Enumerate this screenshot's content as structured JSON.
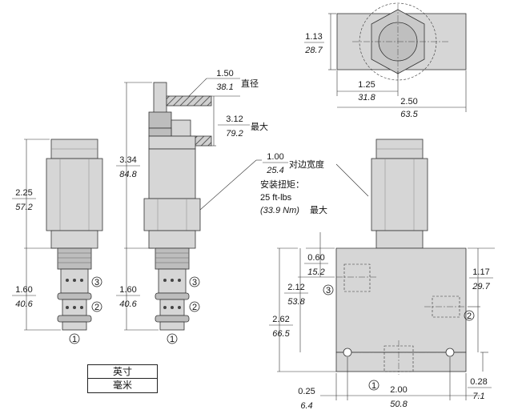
{
  "legend": {
    "inch": "英寸",
    "mm": "毫米"
  },
  "top_view": {
    "height_in": "1.13",
    "height_mm": "28.7",
    "inner_in": "1.25",
    "inner_mm": "31.8",
    "width_in": "2.50",
    "width_mm": "63.5"
  },
  "handle": {
    "dia_in": "1.50",
    "dia_mm": "38.1",
    "dia_label": "直径",
    "max_in": "3.12",
    "max_mm": "79.2",
    "max_label": "最大"
  },
  "valve_left": {
    "height_in": "2.25",
    "height_mm": "57.2",
    "lower_in": "1.60",
    "lower_mm": "40.6"
  },
  "valve_mid": {
    "height_in": "3.34",
    "height_mm": "84.8",
    "lower_in": "1.60",
    "lower_mm": "40.6"
  },
  "hex": {
    "across_in": "1.00",
    "across_mm": "25.4",
    "across_label": "对边宽度",
    "torque_label": "安装扭矩：",
    "torque_value": "25 ft-lbs",
    "torque_metric": "(33.9 Nm)",
    "torque_max": "最大"
  },
  "block": {
    "d1_in": "0.60",
    "d1_mm": "15.2",
    "d2_in": "2.12",
    "d2_mm": "53.8",
    "d3_in": "2.62",
    "d3_mm": "66.5",
    "d4_in": "1.17",
    "d4_mm": "29.7",
    "d5_in": "0.25",
    "d5_mm": "6.4",
    "d6_in": "2.00",
    "d6_mm": "50.8",
    "d7_in": "0.28",
    "d7_mm": "7.1"
  },
  "ports": {
    "p1": "1",
    "p2": "2",
    "p3": "3"
  }
}
